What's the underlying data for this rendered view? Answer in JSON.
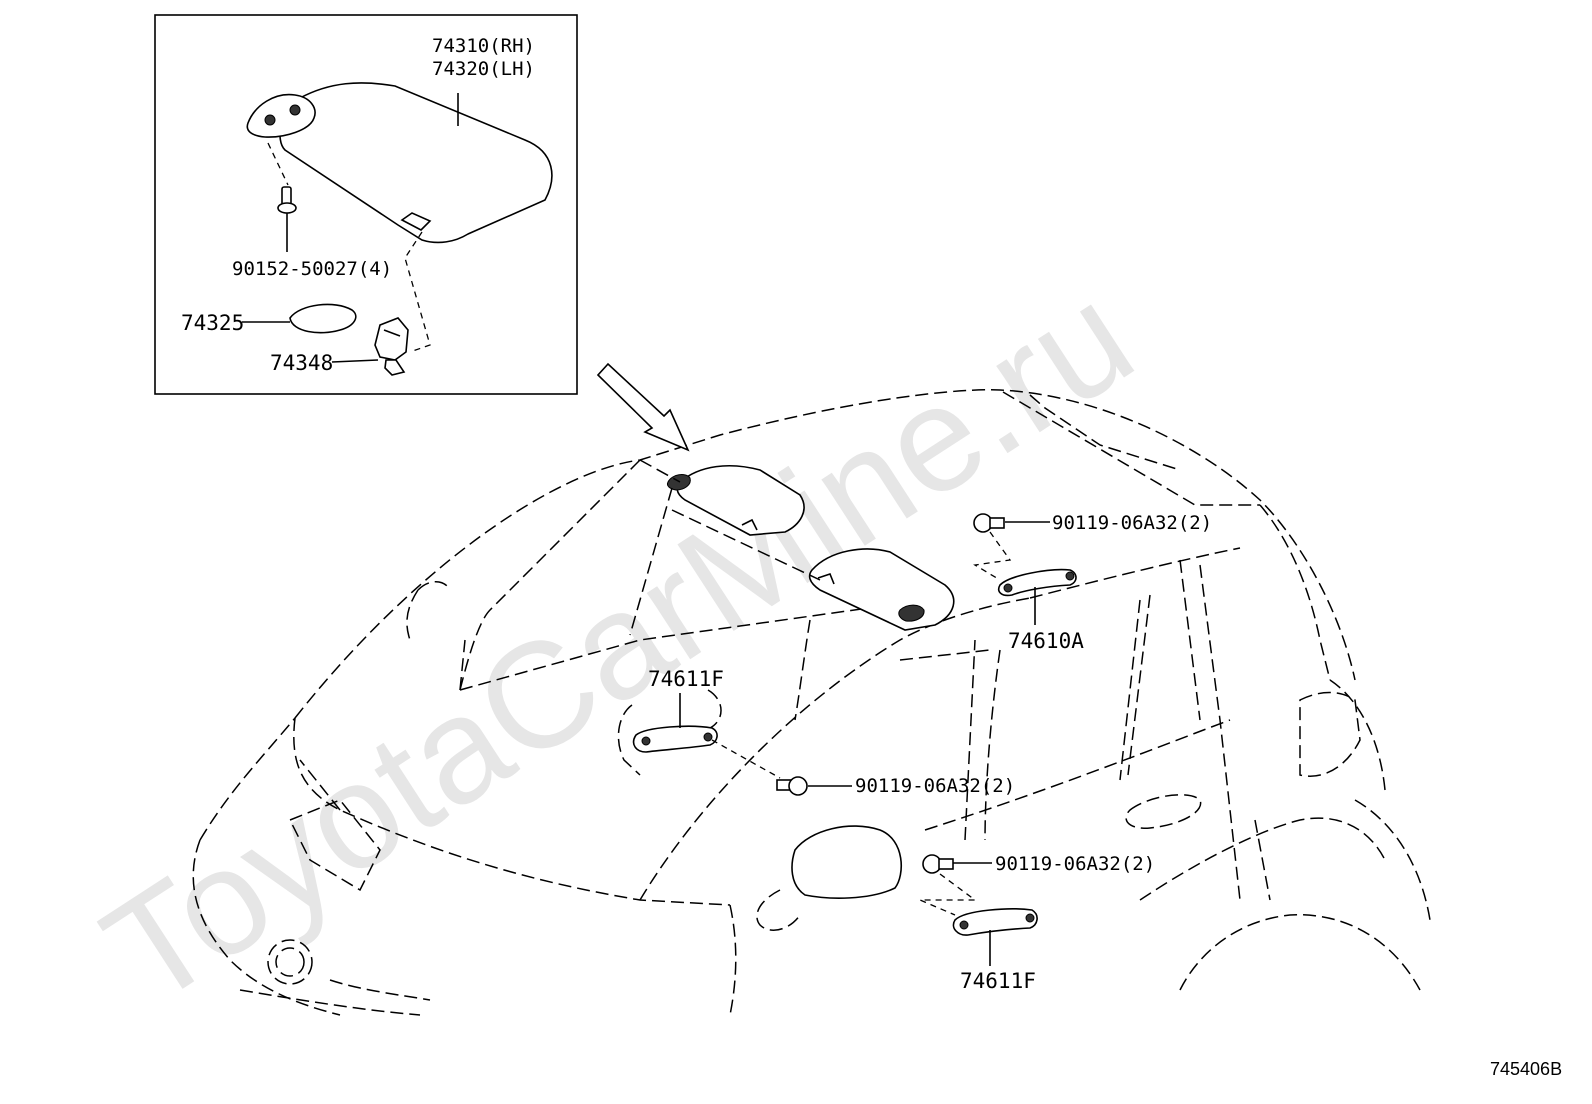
{
  "watermark": "ToyotaCarMine.ru",
  "diagram_code": "745406B",
  "labels": {
    "visor_rh": "74310(RH)",
    "visor_lh": "74320(LH)",
    "screw": "90152-50027(4)",
    "cover": "74325",
    "holder": "74348",
    "assist_grip_rear": "74610A",
    "assist_grip_front": "74611F",
    "assist_grip_lower": "74611F",
    "bolt_top": "90119-06A32(2)",
    "bolt_mid": "90119-06A32(2)",
    "bolt_low": "90119-06A32(2)"
  }
}
